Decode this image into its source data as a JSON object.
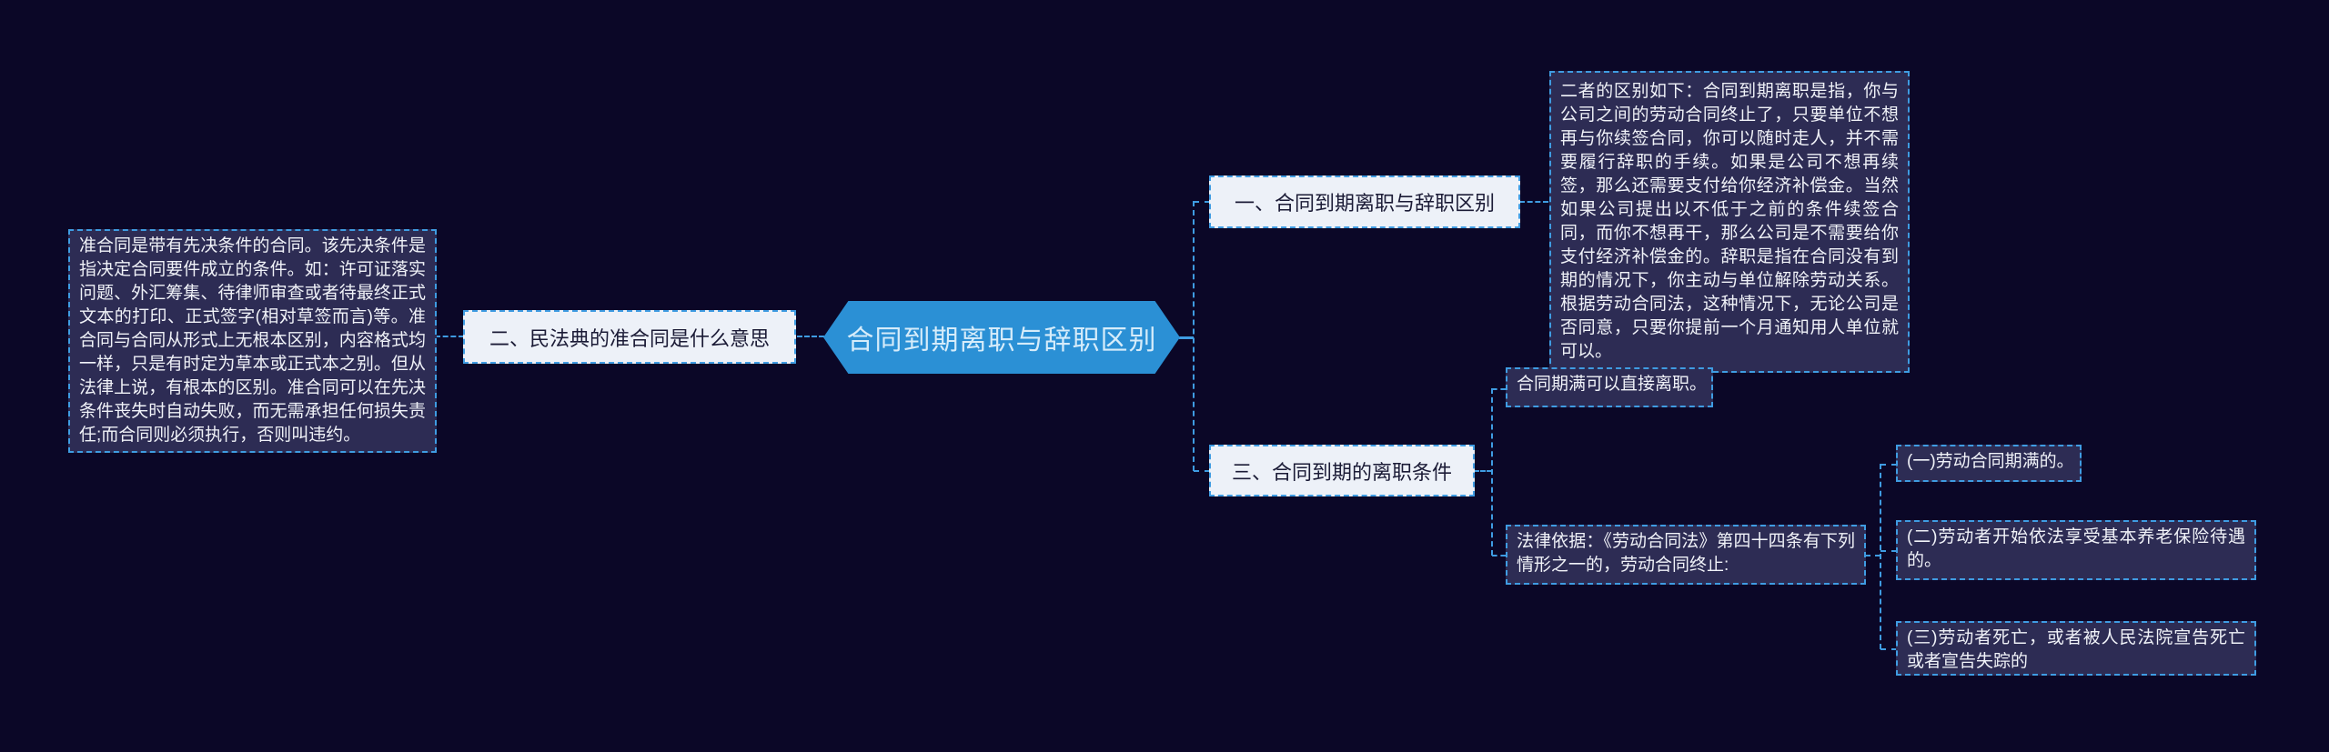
{
  "colors": {
    "background": "#0b0727",
    "connector": "#3f9ce2",
    "node_border_dashed": "#3f9ce2",
    "dark_node_fill": "#2d2c54",
    "dark_node_text": "#f0f2f8",
    "light_node_fill": "#edf1f8",
    "light_node_text": "#1b1b36",
    "root_fill": "#2b90d5",
    "root_text": "#d6ecfa"
  },
  "root": {
    "label": "合同到期离职与辞职区别"
  },
  "branch_1": {
    "label": "一、合同到期离职与辞职区别",
    "detail": "二者的区别如下：合同到期离职是指，你与公司之间的劳动合同终止了，只要单位不想再与你续签合同，你可以随时走人，并不需要履行辞职的手续。如果是公司不想再续签，那么还需要支付给你经济补偿金。当然如果公司提出以不低于之前的条件续签合同，而你不想再干，那么公司是不需要给你支付经济补偿金的。辞职是指在合同没有到期的情况下，你主动与单位解除劳动关系。根据劳动合同法，这种情况下，无论公司是否同意，只要你提前一个月通知用人单位就可以。"
  },
  "branch_2": {
    "label": "二、民法典的准合同是什么意思",
    "detail": "准合同是带有先决条件的合同。该先决条件是指决定合同要件成立的条件。如：许可证落实问题、外汇筹集、待律师审查或者待最终正式文本的打印、正式签字(相对草签而言)等。准合同与合同从形式上无根本区别，内容格式均一样，只是有时定为草本或正式本之别。但从法律上说，有根本的区别。准合同可以在先决条件丧失时自动失败，而无需承担任何损失责任;而合同则必须执行，否则叫违约。"
  },
  "branch_3": {
    "label": "三、合同到期的离职条件",
    "note": "合同期满可以直接离职。",
    "legal_basis": "法律依据：《劳动合同法》第四十四条有下列情形之一的，劳动合同终止:",
    "items": [
      {
        "text": "(一)劳动合同期满的。"
      },
      {
        "text": "(二)劳动者开始依法享受基本养老保险待遇的。"
      },
      {
        "text": "(三)劳动者死亡，或者被人民法院宣告死亡或者宣告失踪的"
      }
    ]
  }
}
